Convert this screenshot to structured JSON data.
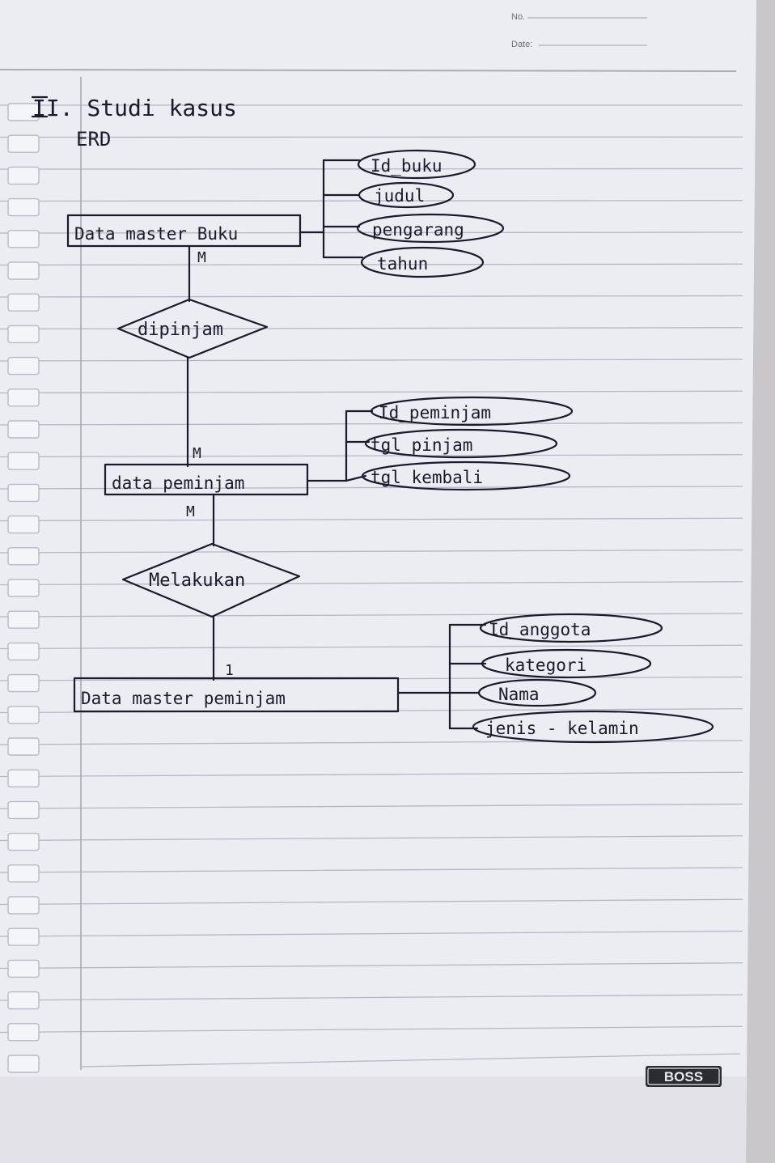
{
  "header": {
    "no_label": "No.",
    "date_label": "Date:"
  },
  "title": "II. Studi kasus",
  "subtitle": "ERD",
  "entities": [
    {
      "id": "buku",
      "label": "Data master Buku"
    },
    {
      "id": "peminjam",
      "label": "data peminjam"
    },
    {
      "id": "pm",
      "label": "Data master peminjam"
    }
  ],
  "relationships": [
    {
      "id": "dipinjam",
      "label": "dipinjam"
    },
    {
      "id": "melakukan",
      "label": "Melakukan"
    }
  ],
  "attributes": {
    "buku": [
      "Id_buku",
      "judul",
      "pengarang",
      "tahun"
    ],
    "peminjam": [
      "Id_peminjam",
      "tgl_pinjam",
      "tgl kembali"
    ],
    "pm": [
      "Id_anggota",
      "kategori",
      "Nama",
      "jenis - kelamin"
    ]
  },
  "cardinalities": [
    "M",
    "M",
    "M",
    "1"
  ],
  "brand": "BOSS",
  "colors": {
    "paper": "#ecedf3",
    "ink": "#1a1a2e",
    "rule": "#b4b6c4",
    "background": "#c9c7c9"
  }
}
